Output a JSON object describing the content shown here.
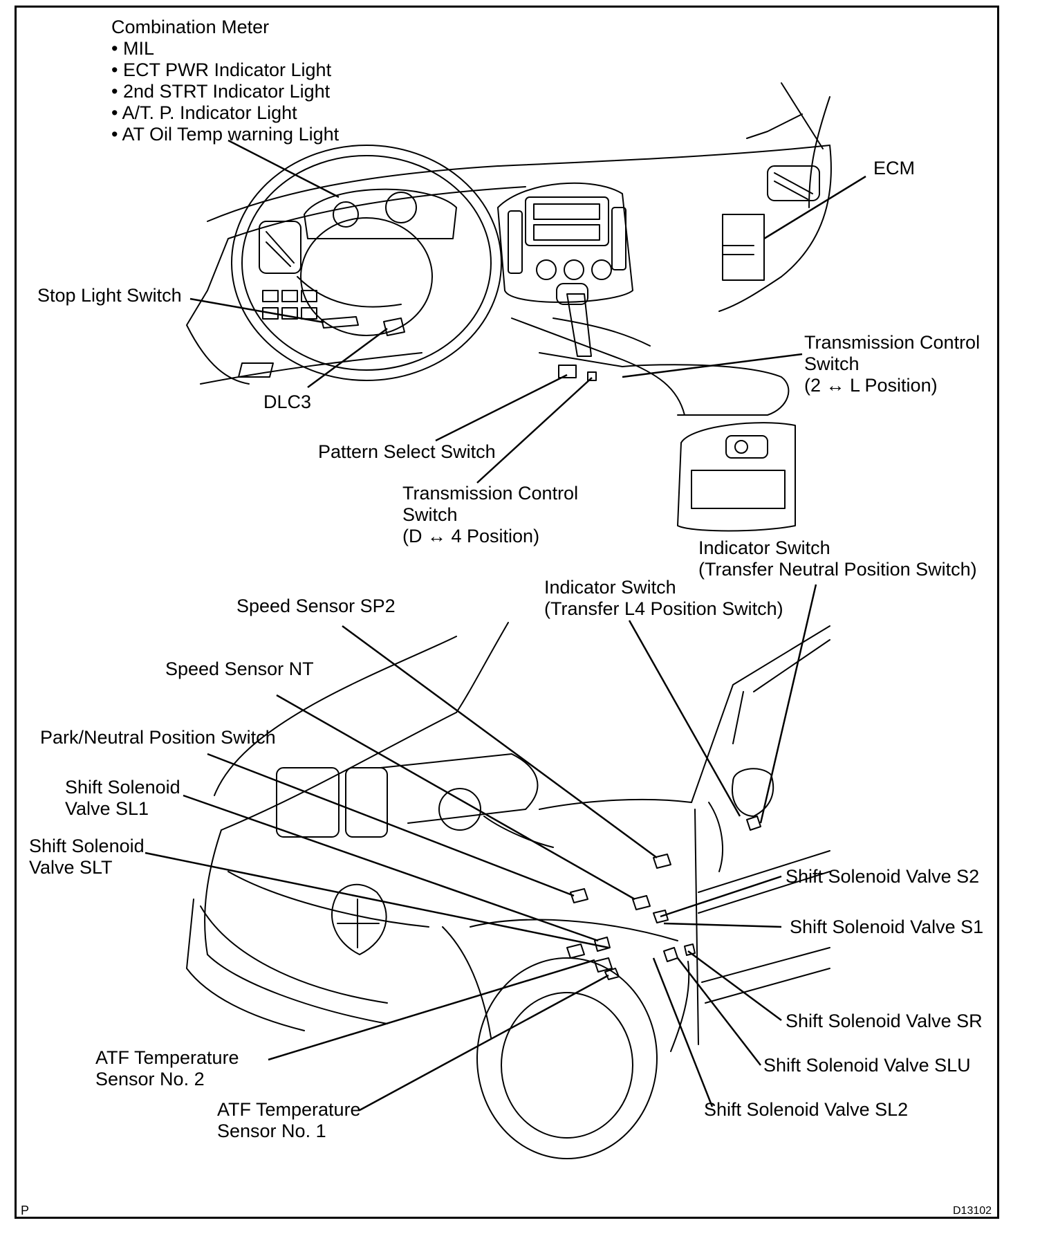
{
  "combination_meter": {
    "title": "Combination Meter",
    "items": [
      "• MIL",
      "• ECT PWR Indicator Light",
      "• 2nd STRT Indicator Light",
      "• A/T. P. Indicator Light",
      "• AT Oil Temp warning Light"
    ]
  },
  "labels": {
    "ecm": "ECM",
    "stop_light_switch": "Stop Light Switch",
    "dlc3": "DLC3",
    "tcs_2l": [
      "Transmission Control",
      "Switch",
      "(2 ↔ L Position)"
    ],
    "pattern_select_switch": "Pattern Select Switch",
    "tcs_d4": [
      "Transmission Control",
      "Switch",
      "(D ↔ 4 Position)"
    ],
    "indicator_neutral": [
      "Indicator Switch",
      "(Transfer Neutral Position Switch)"
    ],
    "indicator_l4": [
      "Indicator Switch",
      "(Transfer L4 Position Switch)"
    ],
    "speed_sensor_sp2": "Speed Sensor SP2",
    "speed_sensor_nt": "Speed Sensor NT",
    "park_neutral": "Park/Neutral Position Switch",
    "sl1": [
      "Shift Solenoid",
      "Valve SL1"
    ],
    "slt": [
      "Shift Solenoid",
      "Valve SLT"
    ],
    "s2": "Shift Solenoid Valve S2",
    "s1": "Shift Solenoid Valve S1",
    "sr": "Shift Solenoid Valve SR",
    "slu": "Shift Solenoid Valve SLU",
    "sl2": "Shift Solenoid Valve SL2",
    "atf2": [
      "ATF Temperature",
      "Sensor No. 2"
    ],
    "atf1": [
      "ATF Temperature",
      "Sensor No. 1"
    ]
  },
  "corner": {
    "left": "P",
    "right": "D13102"
  }
}
